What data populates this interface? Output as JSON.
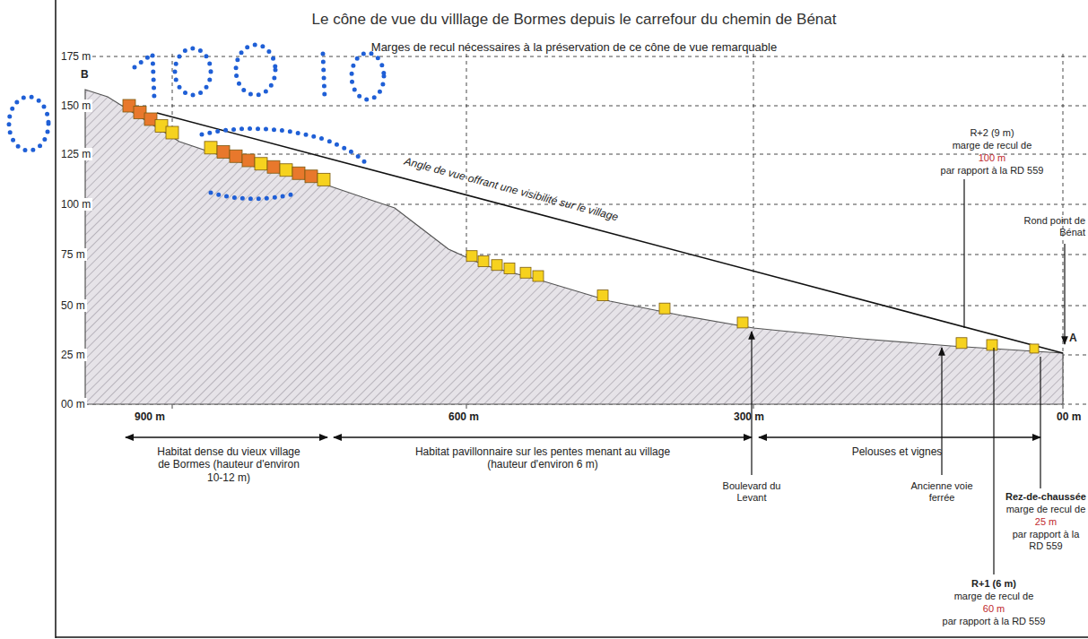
{
  "diagram": {
    "title": "Le cône de vue du villlage de Bormes depuis le carrefour du chemin de Bénat",
    "labels": [
      "Marges de recul nécessaires à la préservation de ce cône de vue remarquable",
      "175 m",
      "B",
      "150 m",
      "125 m",
      "100 m",
      "75 m",
      "50 m",
      "25 m",
      "00 m",
      "Angle de vue offrant une visibilité sur le village",
      "R+2 (9 m)",
      "marge de recul de",
      "100 m",
      "par rapport à la RD 559",
      "Rond point de Bénat",
      "A",
      "900 m",
      "600 m",
      "300 m",
      "00 m",
      "Habitat dense du vieux village de Bormes (hauteur d'environ 10-12 m)",
      "Habitat pavillonnaire sur les pentes menant au village (hauteur d'environ 6 m)",
      "Pelouses et vignes",
      "Boulevard du Levant",
      "Ancienne voie ferrée",
      "Rez-de-chaussée",
      "marge de recul de",
      "25 m",
      "par rapport à la RD 559",
      "R+1 (6 m)",
      "marge de recul de",
      "60 m",
      "par rapport à la RD 559"
    ]
  }
}
